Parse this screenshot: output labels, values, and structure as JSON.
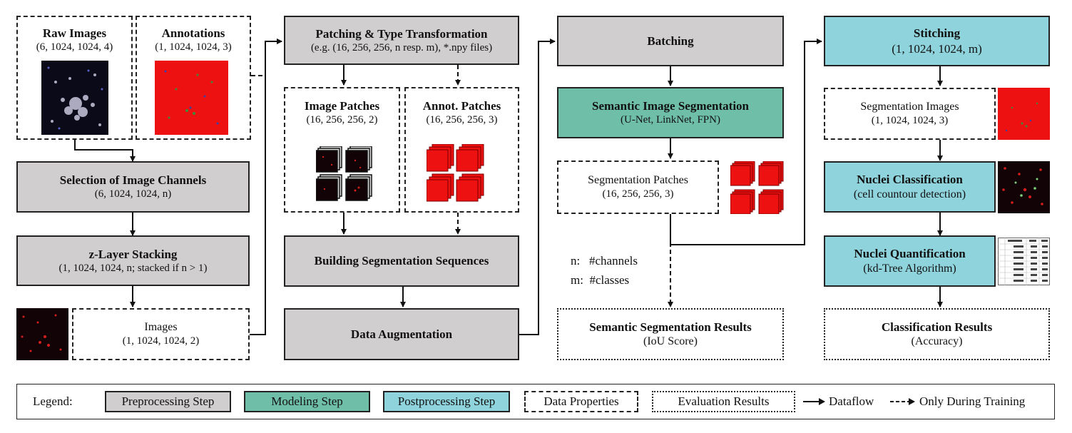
{
  "raw_images": {
    "title": "Raw Images",
    "shape": "(6, 1024, 1024, 4)"
  },
  "annotations": {
    "title": "Annotations",
    "shape": "(1, 1024, 1024, 3)"
  },
  "selection": {
    "title": "Selection of Image Channels",
    "shape": "(6, 1024, 1024, n)"
  },
  "zstack": {
    "title": "z-Layer Stacking",
    "shape": "(1, 1024, 1024, n; stacked if n > 1)"
  },
  "images": {
    "title": "Images",
    "shape": "(1, 1024, 1024, 2)"
  },
  "patching": {
    "title": "Patching & Type Transformation",
    "shape": "(e.g. (16, 256, 256, n resp. m), *.npy files)"
  },
  "image_patches": {
    "title": "Image Patches",
    "shape": "(16, 256, 256, 2)"
  },
  "annot_patches": {
    "title": "Annot. Patches",
    "shape": "(16, 256, 256, 3)"
  },
  "building": {
    "title": "Building Segmentation Sequences"
  },
  "augmentation": {
    "title": "Data Augmentation"
  },
  "batching": {
    "title": "Batching"
  },
  "semantic": {
    "title": "Semantic Image Segmentation",
    "shape": "(U-Net, LinkNet, FPN)"
  },
  "seg_patches": {
    "title": "Segmentation Patches",
    "shape": "(16, 256, 256, 3)"
  },
  "notes": {
    "n": "n:   #channels",
    "m": "m:  #classes"
  },
  "seg_results": {
    "title": "Semantic Segmentation Results",
    "shape": "(IoU Score)"
  },
  "stitching": {
    "title": "Stitching",
    "shape": "(1, 1024, 1024, m)"
  },
  "seg_images": {
    "title": "Segmentation Images",
    "shape": "(1, 1024, 1024, 3)"
  },
  "nuclei_class": {
    "title": "Nuclei Classification",
    "shape": "(cell countour detection)"
  },
  "nuclei_quant": {
    "title": "Nuclei Quantification",
    "shape": "(kd-Tree Algorithm)"
  },
  "class_results": {
    "title": "Classification Results",
    "shape": "(Accuracy)"
  },
  "legend": {
    "label": "Legend:",
    "pre": "Preprocessing Step",
    "mod": "Modeling Step",
    "post": "Postprocessing Step",
    "dataprops": "Data Properties",
    "eval": "Evaluation Results",
    "dataflow": "Dataflow",
    "training": "Only During Training"
  },
  "colors": {
    "preprocessing": "#d0cece",
    "modeling": "#6fbfa8",
    "postprocessing": "#8fd3dc",
    "annotation_red": "#ee1111"
  }
}
